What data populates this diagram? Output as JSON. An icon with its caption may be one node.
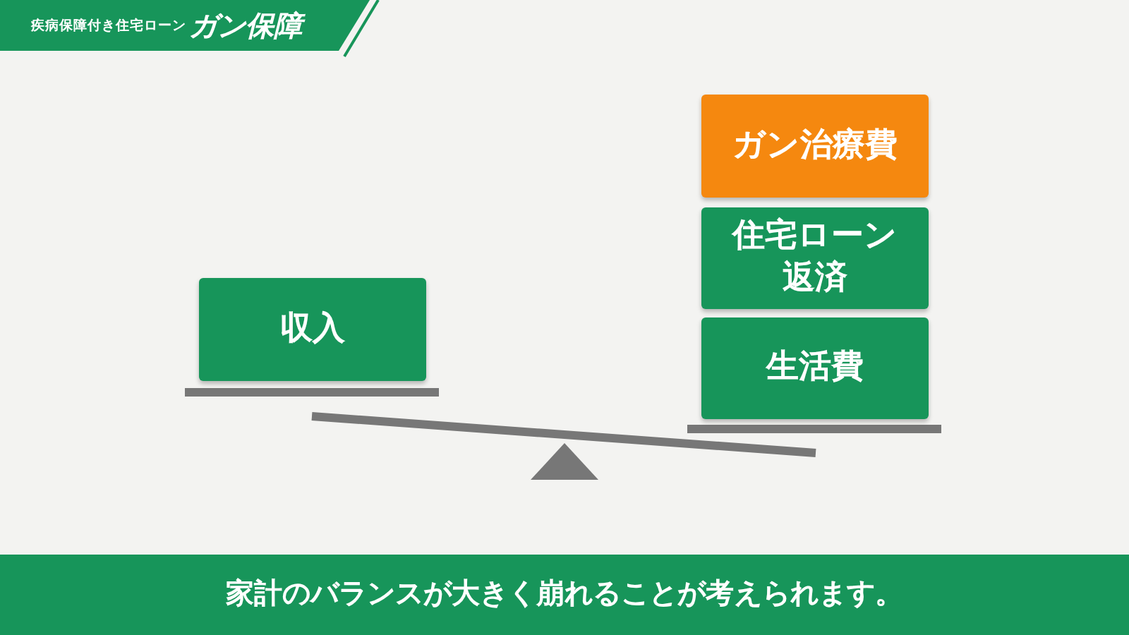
{
  "diagram": {
    "title": "ガン保障",
    "caption": "家計のバランスが大きく崩れることが考えられます。",
    "nodes": [
      {
        "text": [
          "収入"
        ]
      },
      {
        "text": [
          "ガン治療費"
        ]
      },
      {
        "text": [
          "住宅ローン返済"
        ]
      },
      {
        "text": [
          "生活費"
        ]
      }
    ],
    "labels": [
      "疾病保障付き住宅ローン"
    ]
  }
}
